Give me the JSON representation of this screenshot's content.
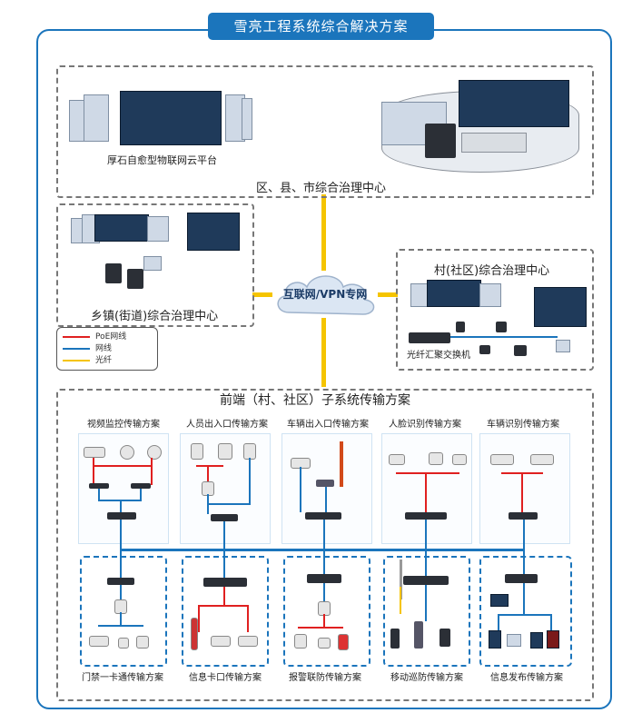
{
  "title": "雪亮工程系统综合解决方案",
  "top_section": {
    "platform_label": "厚石自愈型物联网云平台",
    "center_label": "区、县、市综合治理中心"
  },
  "town_section": {
    "label": "乡镇(街道)综合治理中心"
  },
  "village_section": {
    "label": "村(社区)综合治理中心",
    "switch_label": "光纤汇聚交换机"
  },
  "cloud": {
    "label": "互联网/VPN专网"
  },
  "legend": {
    "items": [
      {
        "label": "PoE网线",
        "color": "#e02020"
      },
      {
        "label": "网线",
        "color": "#1b75bc"
      },
      {
        "label": "光纤",
        "color": "#f5c400"
      }
    ]
  },
  "front_section": {
    "label": "前端（村、社区）子系统传输方案",
    "top_items": [
      "视频监控传输方案",
      "人员出入口传输方案",
      "车辆出入口传输方案",
      "人脸识别传输方案",
      "车辆识别传输方案"
    ],
    "bottom_items": [
      "门禁一卡通传输方案",
      "信息卡口传输方案",
      "报警联防传输方案",
      "移动巡防传输方案",
      "信息发布传输方案"
    ]
  },
  "colors": {
    "blue": "#1b75bc",
    "red": "#e02020",
    "yellow": "#f5c400",
    "dash": "#777777"
  },
  "icons": [
    "cloud-icon",
    "switch-icon",
    "camera-icon",
    "video-wall-icon",
    "server-icon",
    "monitor-icon"
  ]
}
